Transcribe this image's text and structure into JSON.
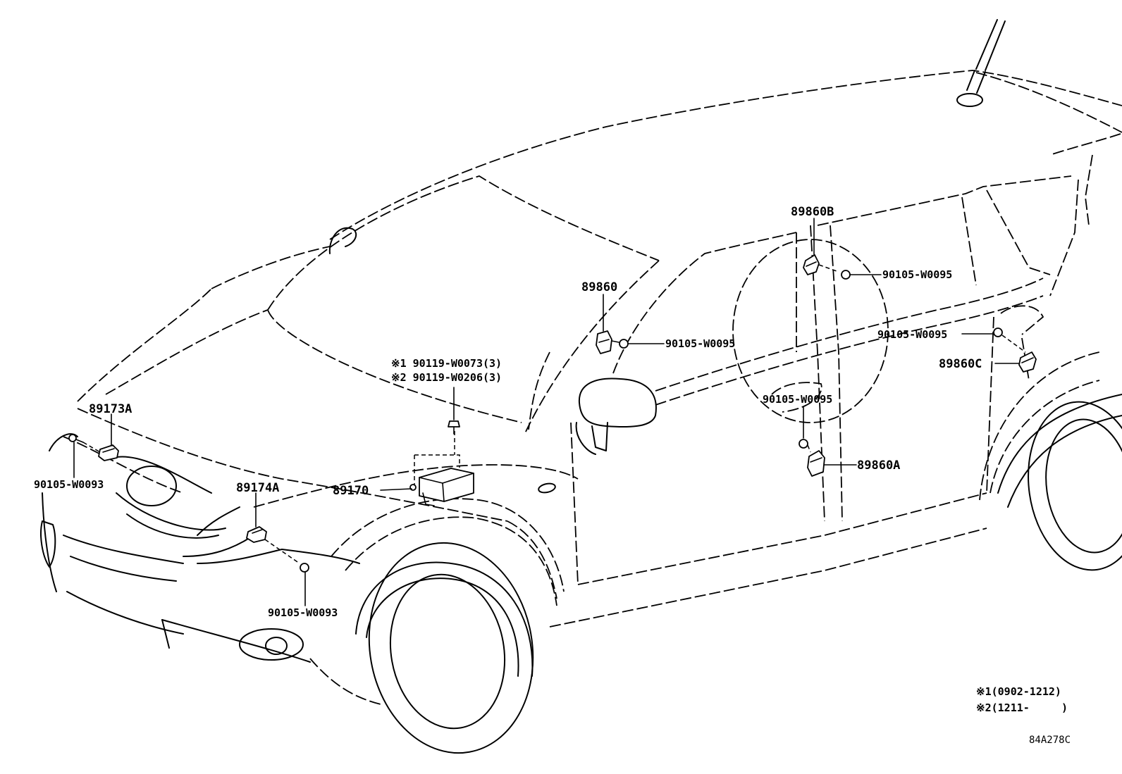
{
  "labels": {
    "p89173a": "89173A",
    "p90105_w0093_left": "90105-W0093",
    "p89174a": "89174A",
    "p90105_w0093_bottom": "90105-W0093",
    "p89170": "89170",
    "note1_bolt": "※1 90119-W0073(3)",
    "note2_bolt": "※2 90119-W0206(3)",
    "p89860": "89860",
    "p90105_w0095_front": "90105-W0095",
    "p89860b": "89860B",
    "p90105_w0095_pillar": "90105-W0095",
    "p90105_w0095_rear": "90105-W0095",
    "p89860c": "89860C",
    "p90105_w0095_door": "90105-W0095",
    "p89860a": "89860A"
  },
  "footnotes": {
    "note1": "※1(0902-1212)",
    "note2": "※2(1211-     )"
  },
  "figure_code": "84A278C"
}
